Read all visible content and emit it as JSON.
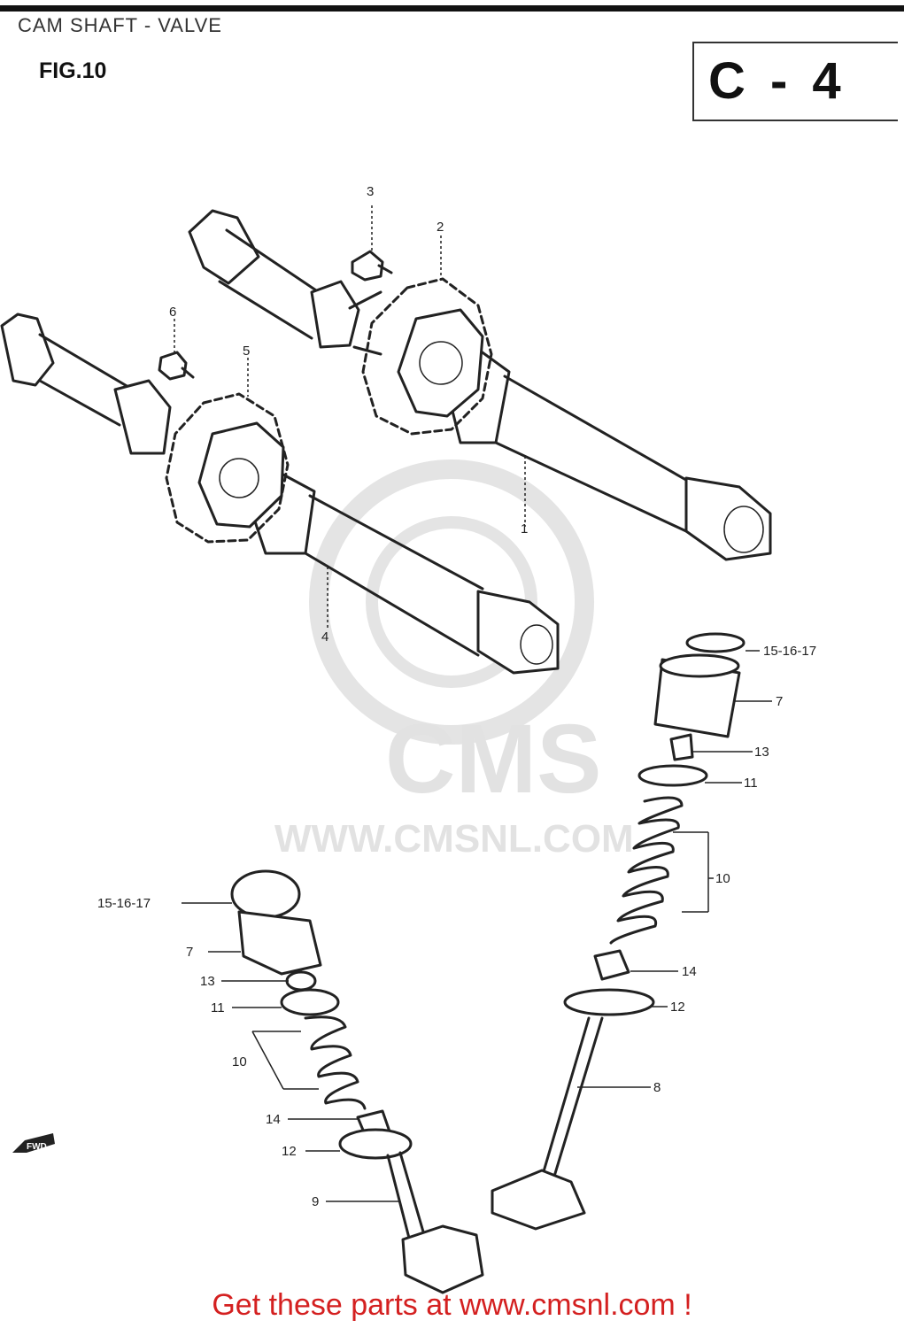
{
  "header": {
    "title": "CAM SHAFT - VALVE",
    "figure": "FIG.10",
    "section_code": "C - 4"
  },
  "watermark": {
    "logo_text": "CMS",
    "url_text": "WWW.CMSNL.COM"
  },
  "callouts": {
    "c1": "1",
    "c2": "2",
    "c3": "3",
    "c4": "4",
    "c5": "5",
    "c6": "6",
    "c7a": "7",
    "c7b": "7",
    "c8": "8",
    "c9": "9",
    "c10a": "10",
    "c10b": "10",
    "c11a": "11",
    "c11b": "11",
    "c12a": "12",
    "c12b": "12",
    "c13a": "13",
    "c13b": "13",
    "c14a": "14",
    "c14b": "14",
    "c151617a": "15-16-17",
    "c151617b": "15-16-17"
  },
  "fwd_label": "FWD",
  "footer": {
    "text": "Get these parts at www.cmsnl.com !"
  },
  "colors": {
    "footer": "#d42020",
    "line": "#222222",
    "watermark": "#e2e2e2"
  }
}
